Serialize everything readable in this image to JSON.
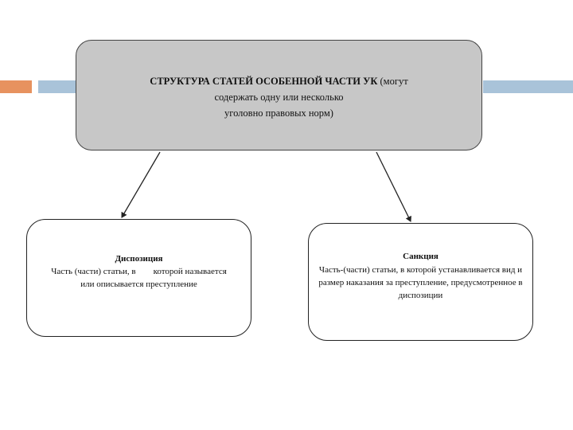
{
  "diagram": {
    "main": {
      "title_bold": "СТРУКТУРА СТАТЕЙ ОСОБЕННОЙ ЧАСТИ УК",
      "title_rest": " (могут",
      "line2": "содержать одну или несколько",
      "line3": "уголовно правовых норм)"
    },
    "left": {
      "title": "Диспозиция",
      "body": "Часть (части) статьи, в        которой называется или описывается преступление"
    },
    "right": {
      "title": "Санкция",
      "body": "Часть-(части) статьи, в которой устанавливается вид и размер наказания за преступление, предусмотренное в диспозиции"
    },
    "colors": {
      "main_fill": "#c7c7c7",
      "accent_orange": "#e7925f",
      "accent_blue": "#a9c3d9"
    }
  }
}
